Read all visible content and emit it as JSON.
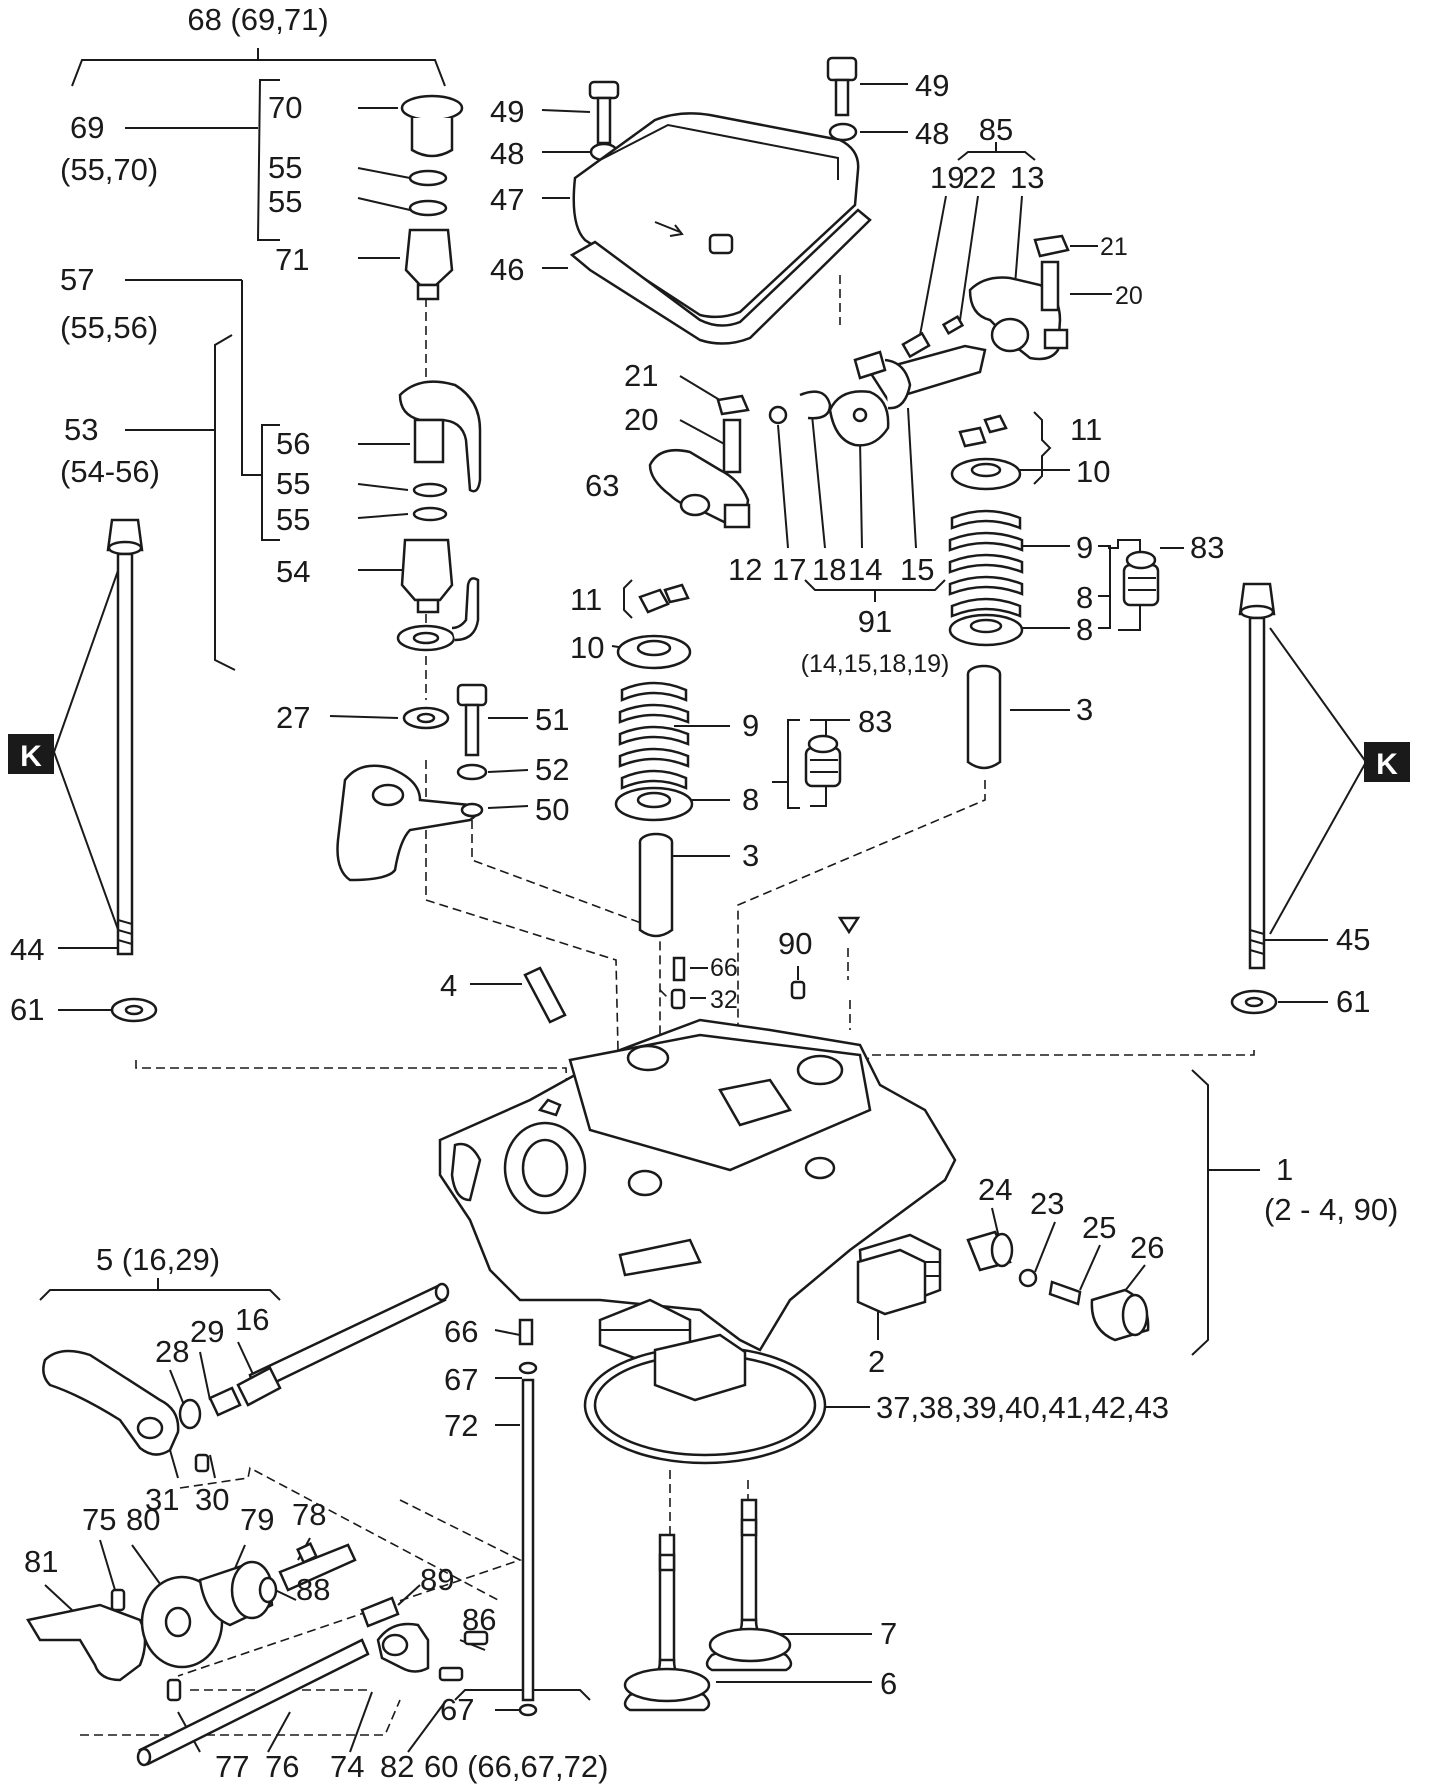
{
  "diagram": {
    "labels": {
      "p68": "68 (69,71)",
      "p69": "69",
      "p69sub": "(55,70)",
      "p70": "70",
      "p55a": "55",
      "p55b": "55",
      "p71": "71",
      "p57": "57",
      "p57sub": "(55,56)",
      "p53": "53",
      "p53sub": "(54-56)",
      "p56": "56",
      "p55c": "55",
      "p55d": "55",
      "p54": "54",
      "p27": "27",
      "p51": "51",
      "p52": "52",
      "p50": "50",
      "p49a": "49",
      "p48a": "48",
      "p47": "47",
      "p46": "46",
      "p49b": "49",
      "p48b": "48",
      "p85": "85",
      "p19": "19",
      "p22": "22",
      "p13": "13",
      "p21a": "21",
      "p20a": "20",
      "p21b": "21",
      "p20b": "20",
      "p63": "63",
      "p12": "12",
      "p17": "17",
      "p18": "18",
      "p14": "14",
      "p15": "15",
      "p91": "91",
      "p91sub": "(14,15,18,19)",
      "p11a": "11",
      "p10a": "10",
      "p11b": "11",
      "p10b": "10",
      "p9a": "9",
      "p9b": "9",
      "p8a": "8",
      "p8b": "8",
      "p8c": "8",
      "p83a": "83",
      "p83b": "83",
      "p3a": "3",
      "p3b": "3",
      "k_left": "K",
      "k_right": "K",
      "p44": "44",
      "p45": "45",
      "p61a": "61",
      "p61b": "61",
      "p4": "4",
      "p66a": "66",
      "p32": "32",
      "p90": "90",
      "p1": "1",
      "p1sub": "(2 - 4, 90)",
      "p24": "24",
      "p23": "23",
      "p25": "25",
      "p26": "26",
      "p2": "2",
      "p37": "37,38,39,40,41,42,43",
      "p5": "5 (16,29)",
      "p16": "16",
      "p28": "28",
      "p29": "29",
      "p31": "31",
      "p30": "30",
      "p66b": "66",
      "p67a": "67",
      "p72": "72",
      "p75": "75",
      "p80": "80",
      "p79": "79",
      "p78": "78",
      "p81": "81",
      "p88": "88",
      "p89": "89",
      "p86": "86",
      "p67b": "67",
      "p7": "7",
      "p6": "6",
      "p77": "77",
      "p76": "76",
      "p74": "74",
      "p82": "82",
      "p60": "60 (66,67,72)"
    }
  }
}
